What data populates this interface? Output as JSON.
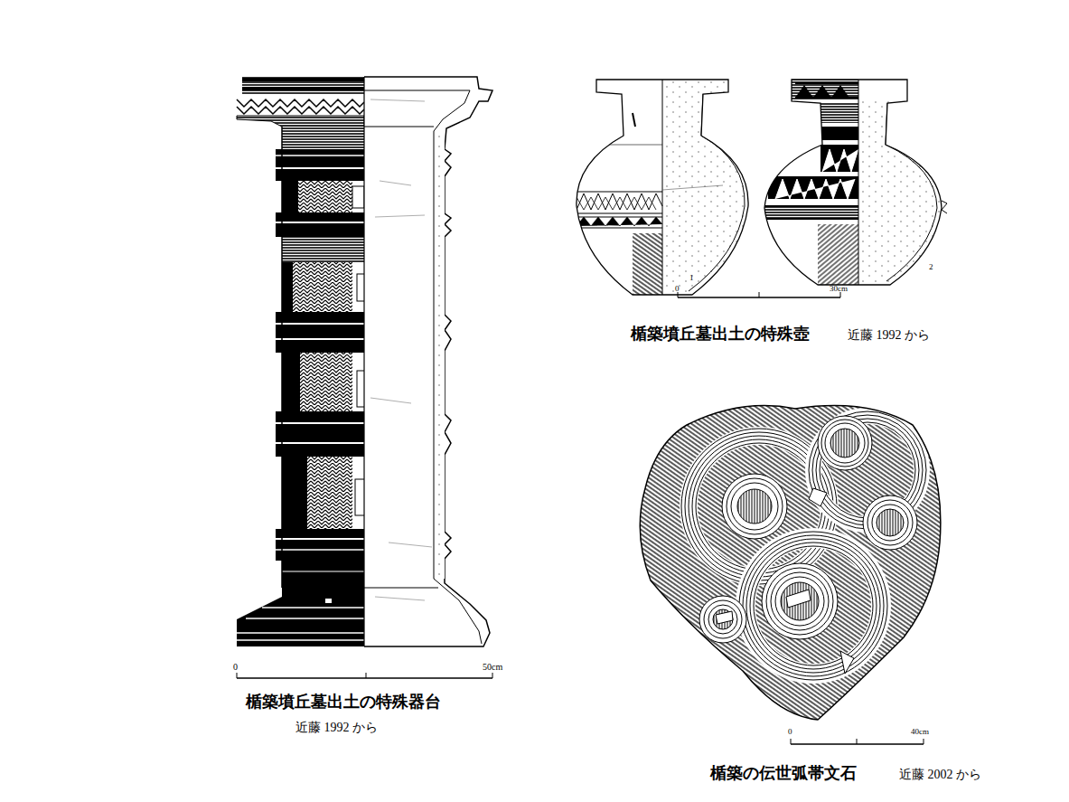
{
  "diagram": {
    "labels": [
      "0",
      "50cm",
      "楯築墳丘墓出土の特殊器台",
      "近藤 1992 から",
      "0",
      "1",
      "30cm",
      "2",
      "楯築墳丘墓出土の特殊壺",
      "近藤 1992 から",
      "0",
      "40cm",
      "楯築の伝世弧帯文石",
      "近藤 2002 から"
    ]
  }
}
